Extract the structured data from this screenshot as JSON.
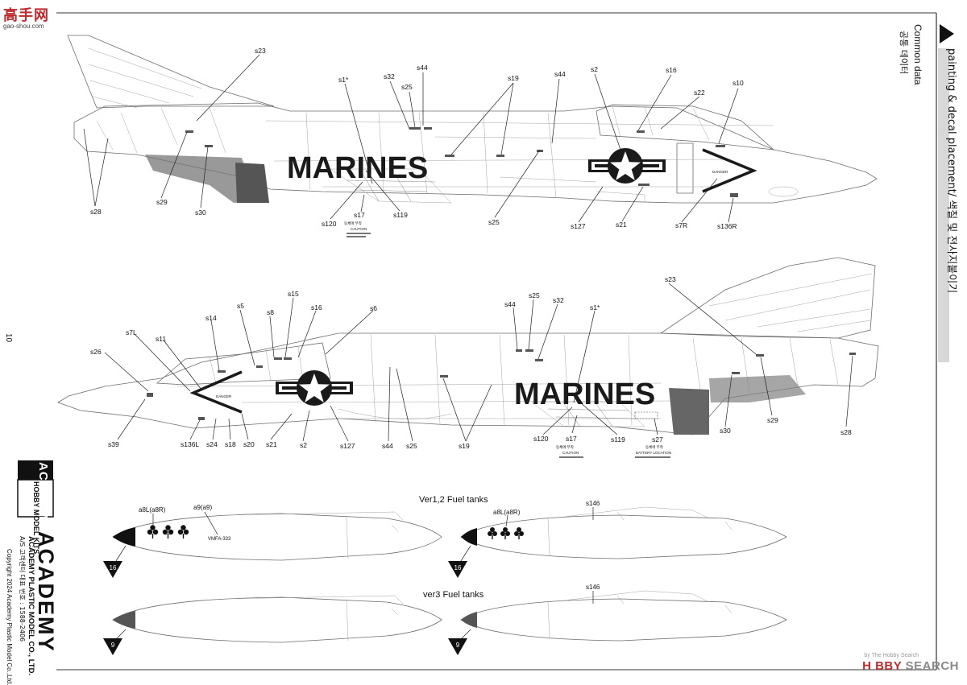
{
  "watermark_site": {
    "chinese": "高手网",
    "url": "gao-shou.com"
  },
  "header": {
    "title": "painting & decal placement/ 색칠 및 전사지붙이기",
    "common_en": "Common data",
    "common_ko": "공통 데이터"
  },
  "page_number": "10",
  "brand": {
    "badge_top": "ACADEMY",
    "badge_bottom": "HOBBY MODEL KITS",
    "logo": "ACADEMY",
    "company": "ACADEMY PLASTIC MODEL CO., LTD.",
    "service": "A/S 고객센터 대표 번호 : 1588-2406",
    "copyright": "Copyright 2024 Academy Plastic Model Co.,Ltd."
  },
  "aircraft": {
    "marking": "MARINES",
    "top_callouts": [
      "s23",
      "s1*",
      "s32",
      "s25",
      "s44",
      "s19",
      "s44",
      "s2",
      "s16",
      "s22",
      "s10",
      "s28",
      "s29",
      "s30",
      "s120",
      "s17",
      "s119",
      "s25",
      "s127",
      "s21",
      "s7R",
      "s136R"
    ],
    "top_notes": {
      "jp": "동체에 부착",
      "caution": "CAUTION",
      "danger": "DANGER"
    },
    "bottom_callouts": [
      "s26",
      "s7L",
      "s11",
      "s14",
      "s5",
      "s8",
      "s15",
      "s16",
      "s6",
      "s44",
      "s25",
      "s32",
      "s1*",
      "s23",
      "s39",
      "s136L",
      "s24",
      "s18",
      "s20",
      "s21",
      "s2",
      "s127",
      "s44",
      "s25",
      "s19",
      "s120",
      "s17",
      "s119",
      "s27",
      "s30",
      "s29",
      "s28"
    ],
    "bottom_notes": {
      "jp": "동체에 부착",
      "caution": "CAUTION",
      "battery": "BATTERY LOCATION",
      "danger": "DANGER"
    }
  },
  "fuel_tanks": {
    "title_v12": "Ver1,2 Fuel tanks",
    "title_v3": "ver3 Fuel tanks",
    "labels": {
      "a8": "a8L(a8R)",
      "a9": "a9(a9)",
      "a8_right": "a8L(a8R)",
      "s146": "s146",
      "s146b": "s146"
    },
    "squadron": "VMFA-333",
    "color_codes": [
      "16",
      "16",
      "9",
      "9"
    ]
  },
  "watermark_store": {
    "hobby": "H BBY",
    "search": " SEARCH",
    "by": "by The Hobby Search"
  }
}
